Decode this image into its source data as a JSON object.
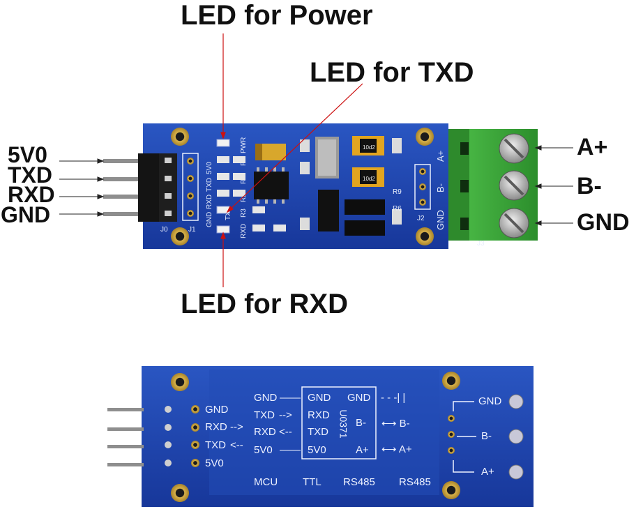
{
  "callouts": {
    "led_power": "LED for Power",
    "led_txd": "LED for TXD",
    "led_rxd": "LED for RXD"
  },
  "header_pins": [
    "5V0",
    "TXD",
    "RXD",
    "GND"
  ],
  "terminals": [
    "A+",
    "B-",
    "GND"
  ],
  "top_board": {
    "silk_j0": "J0",
    "silk_j1": "J1",
    "silk_j2": "J2",
    "silk_j3": "J3",
    "silk_5v0": "5V0",
    "silk_txd": "TXD",
    "silk_rxd": "RXD",
    "silk_gnd": "GND",
    "silk_pwr": "PWR",
    "silk_r0": "R0",
    "silk_r1": "R1",
    "silk_r2": "R2",
    "silk_r3": "R3",
    "silk_r9": "R9",
    "silk_r6": "R6",
    "silk_aplus": "A+",
    "silk_bminus": "B-",
    "silk_gnd2": "GND",
    "res_top": "10d2",
    "res_bottom": "10d2",
    "led_tx": "TXD",
    "led_rx": "RXD"
  },
  "bottom_board": {
    "pins": [
      "GND",
      "RXD",
      "TXD",
      "5V0"
    ],
    "mcu_side": [
      "GND",
      "TXD",
      "RXD",
      "5V0"
    ],
    "ttl_box": [
      "GND",
      "RXD",
      "TXD",
      "5V0"
    ],
    "chip_col": [
      "GND",
      "B-",
      "A+"
    ],
    "chip_name": "U0371",
    "rs485_a": [
      "B-",
      "A+"
    ],
    "terminals": [
      "GND",
      "B-",
      "A+"
    ],
    "footer": [
      "MCU",
      "TTL",
      "RS485",
      "RS485"
    ],
    "arrows": {
      "gnd": "——",
      "txd": "-->",
      "rxd": "<--",
      "v5": "——",
      "pin_rxd": "-->",
      "pin_txd": "<--"
    }
  },
  "colors": {
    "pcb_blue": "#1b3fa0",
    "terminal_green": "#3fae3a",
    "callout_line": "#cc1010"
  }
}
